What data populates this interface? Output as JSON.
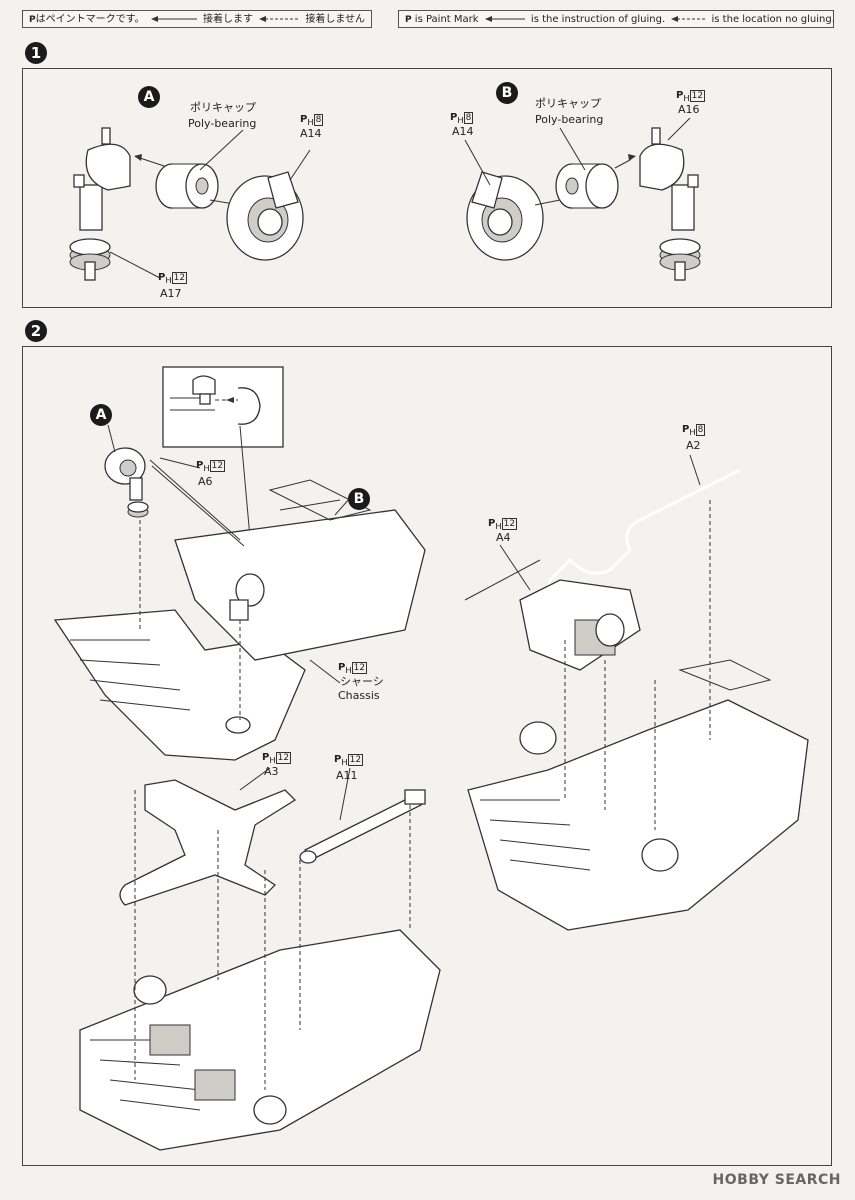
{
  "legend_jp": {
    "paint_mark": "はペイントマークです。",
    "glue": "接着します",
    "no_glue": "接着しません"
  },
  "legend_en": {
    "paint_mark": "is Paint Mark",
    "glue": "is the instruction of gluing.",
    "no_glue": "is the location no gluing."
  },
  "steps": [
    "1",
    "2"
  ],
  "step1": {
    "subA": {
      "letter": "A",
      "poly_jp": "ポリキャップ",
      "poly_en": "Poly-bearing",
      "disc_paint": "8",
      "disc_part": "A14",
      "hub_paint": "12",
      "hub_part": "A17"
    },
    "subB": {
      "letter": "B",
      "poly_jp": "ポリキャップ",
      "poly_en": "Poly-bearing",
      "disc_paint": "8",
      "disc_part": "A14",
      "hub_paint": "12",
      "hub_part": "A16"
    }
  },
  "step2": {
    "letter_a": "A",
    "letter_b": "B",
    "a6": {
      "paint": "12",
      "part": "A6"
    },
    "chassis": {
      "paint": "12",
      "jp": "シャーシ",
      "en": "Chassis"
    },
    "a2": {
      "paint": "8",
      "part": "A2"
    },
    "a4": {
      "paint": "12",
      "part": "A4"
    },
    "a3": {
      "paint": "12",
      "part": "A3"
    },
    "a11": {
      "paint": "12",
      "part": "A11"
    }
  },
  "paint_prefix": "P",
  "paint_sub": "H",
  "watermark": "HOBBY SEARCH"
}
